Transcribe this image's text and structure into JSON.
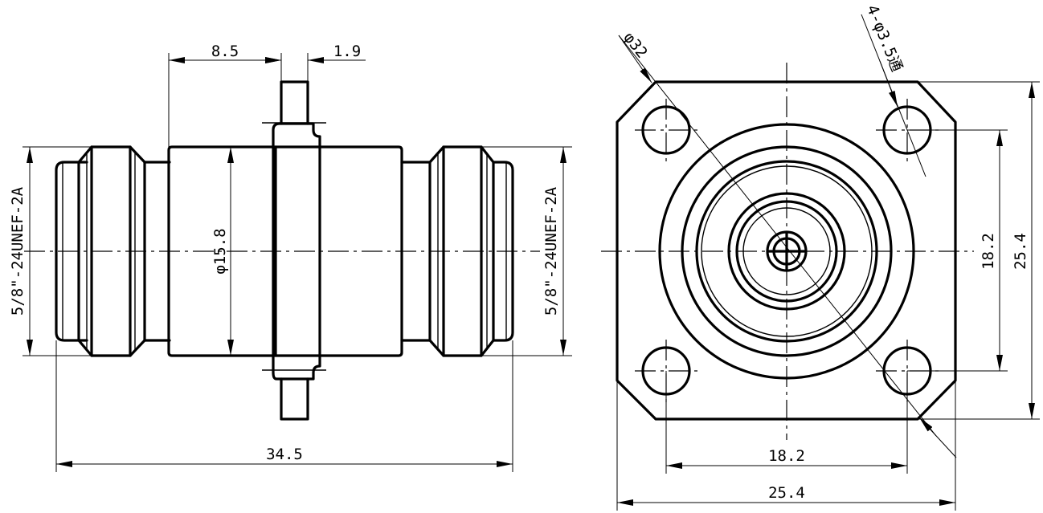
{
  "dimensions": {
    "flange_offset": "8.5",
    "flange_thickness": "1.9",
    "body_diameter": "φ15.8",
    "thread_left": "5/8\"-24UNEF-2A",
    "thread_right": "5/8\"-24UNEF-2A",
    "overall_length": "34.5",
    "circle_diameter": "φ32",
    "hole_spec": "4-φ3.5通",
    "hole_spacing_vertical": "18.2",
    "flange_height": "25.4",
    "hole_spacing_horizontal": "18.2",
    "flange_width": "25.4"
  }
}
